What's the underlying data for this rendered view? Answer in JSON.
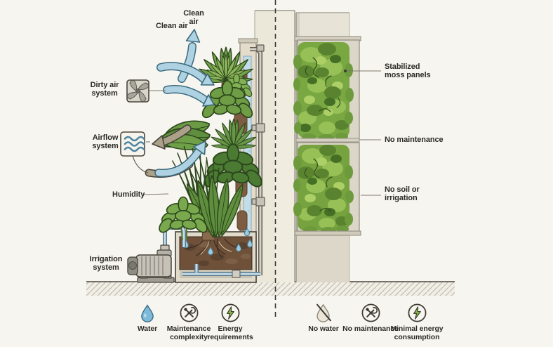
{
  "living_wall": {
    "clean_air_top": "Clean\nair",
    "clean_air": "Clean air",
    "dirty_air_system": "Dirty air\nsystem",
    "airflow_system": "Airflow\nsystem",
    "humidity": "Humidity",
    "irrigation_system": "Irrigation\nsystem"
  },
  "moss_wall": {
    "stabilized_moss_panels": "Stabilized\nmoss panels",
    "no_maintenance": "No maintenance",
    "no_soil_or_irrigation": "No soil or\nirrigation"
  },
  "legend": {
    "left": [
      {
        "icon": "water-drop-icon",
        "label": "Water"
      },
      {
        "icon": "maintenance-complexity-icon",
        "label": "Maintenance\ncomplexity"
      },
      {
        "icon": "energy-requirements-icon",
        "label": "Energy\nrequirements"
      }
    ],
    "right": [
      {
        "icon": "no-water-icon",
        "label": "No water"
      },
      {
        "icon": "no-maintenance-icon",
        "label": "No maintenance"
      },
      {
        "icon": "minimal-energy-icon",
        "label": "Minimal energy\nconsumption"
      }
    ]
  },
  "colors": {
    "background": "#f7f5ef",
    "arrow_blue": "#aed2e2",
    "arrow_tan": "#aba188",
    "moss_green": "#76a23f",
    "plant_green": "#6b9a44",
    "soil_brown": "#6f513a",
    "water_blue": "#7db9d8",
    "energy_green": "#82b644",
    "text": "#2d2b26"
  }
}
